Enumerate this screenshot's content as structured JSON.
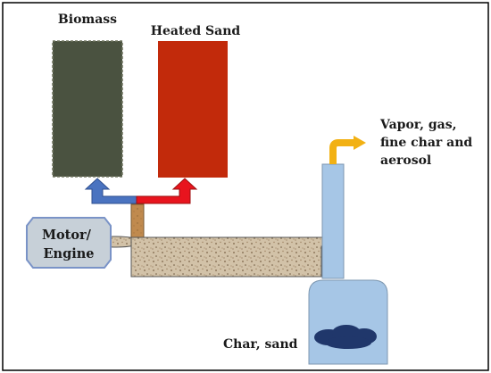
{
  "labels": {
    "biomass": "Biomass",
    "heated_sand": "Heated Sand",
    "motor": [
      "Motor/",
      "Engine"
    ],
    "vapor": [
      "Vapor, gas,",
      "fine char and",
      "aerosol"
    ],
    "char": "Char, sand"
  },
  "colors": {
    "frame": "#000000",
    "biomass_hopper": "#4a5240",
    "sand_hopper": "#c22a0b",
    "blue_arrow": "#4a73c0",
    "red_arrow": "#e8141e",
    "auger_feed": "#c08a4e",
    "reactor_body": "#d2c2a8",
    "riser": "#a6c6e6",
    "collector": "#a6c6e6",
    "vapor_arrow": "#f2b114",
    "char_pile": "#20376b",
    "motor_fill": "#c7d0d8",
    "motor_stroke": "#7a93c7"
  }
}
